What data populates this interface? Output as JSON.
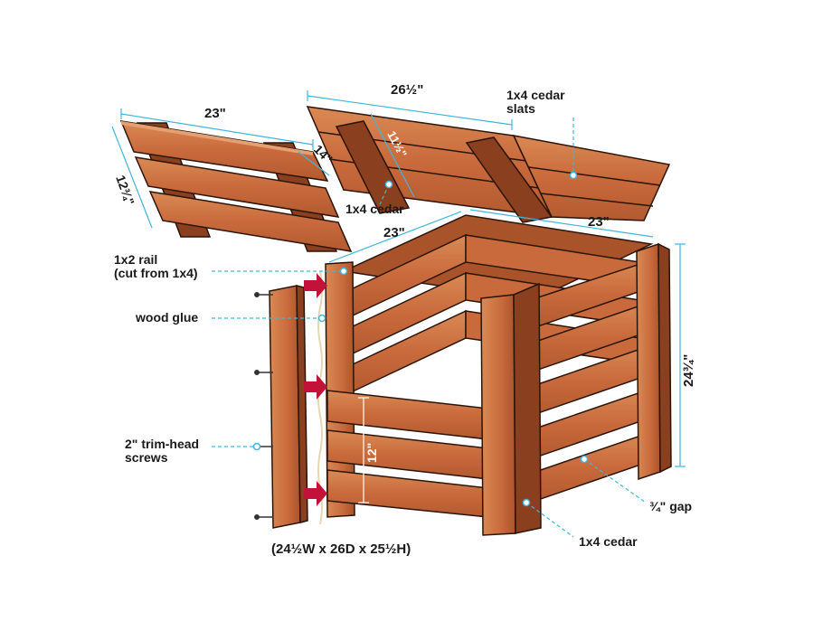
{
  "colors": {
    "wood_face": "#c96a3c",
    "wood_light": "#d98a55",
    "wood_dark": "#8a3f1e",
    "wood_shadow": "#5a2a14",
    "outline": "#2b1407",
    "dimension_line": "#3fb6dc",
    "leader_line": "#3fb6dc",
    "glue_arrow": "#c2123a",
    "text": "#1a1a1a"
  },
  "dimensions": {
    "left_lid_width": "23\"",
    "left_lid_depth": "12¾\"",
    "left_lid_cleat": "14\"",
    "right_lid_width": "26½\"",
    "right_lid_cleat": "11½\"",
    "box_front_width": "23\"",
    "box_side_width": "23\"",
    "box_height": "24¾\"",
    "door_height": "12\""
  },
  "callouts": {
    "slats": "1x4 cedar\nslats",
    "lid_cleat": "1x4 cedar",
    "rail": "1x2 rail\n(cut from 1x4)",
    "glue": "wood glue",
    "screws": "2\" trim-head\nscrews",
    "gap": "¾\" gap",
    "post": "1x4 cedar"
  },
  "overall_size": "(24½W x 26D x 25½H)"
}
